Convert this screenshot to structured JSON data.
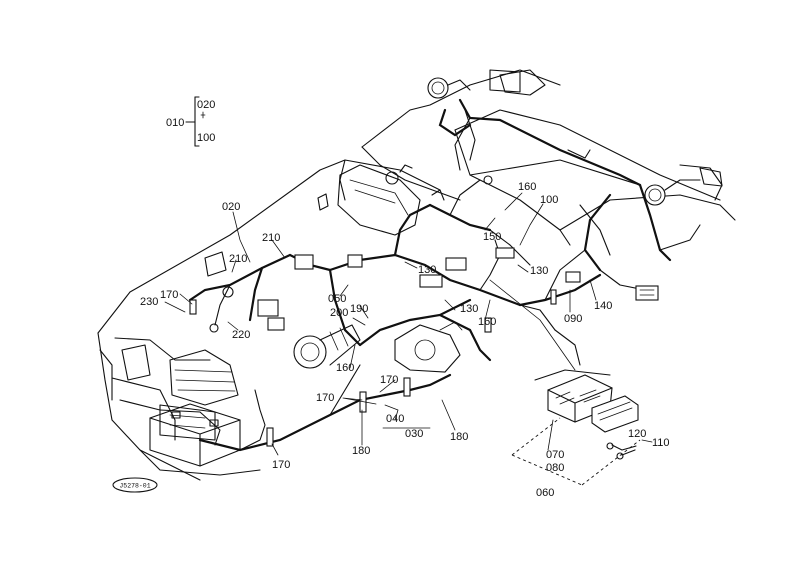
{
  "callouts": {
    "c010": "010",
    "c020_legend": "020",
    "c100_legend": "100",
    "c020": "020",
    "c210_a": "210",
    "c210_b": "210",
    "c170_a": "170",
    "c230": "230",
    "c220": "220",
    "c050": "050",
    "c200": "200",
    "c190": "190",
    "c130_a": "130",
    "c130_b": "130",
    "c130_c": "130",
    "c160_a": "160",
    "c160_b": "160",
    "c160_c": "160",
    "c150": "150",
    "c100": "100",
    "c090": "090",
    "c140": "140",
    "c170_b": "170",
    "c170_c": "170",
    "c170_d": "170",
    "c040": "040",
    "c030": "030",
    "c180_a": "180",
    "c180_b": "180",
    "c070": "070",
    "c080": "080",
    "c060": "060",
    "c120": "120",
    "c110": "110"
  },
  "drawing_code": "J5278-01"
}
